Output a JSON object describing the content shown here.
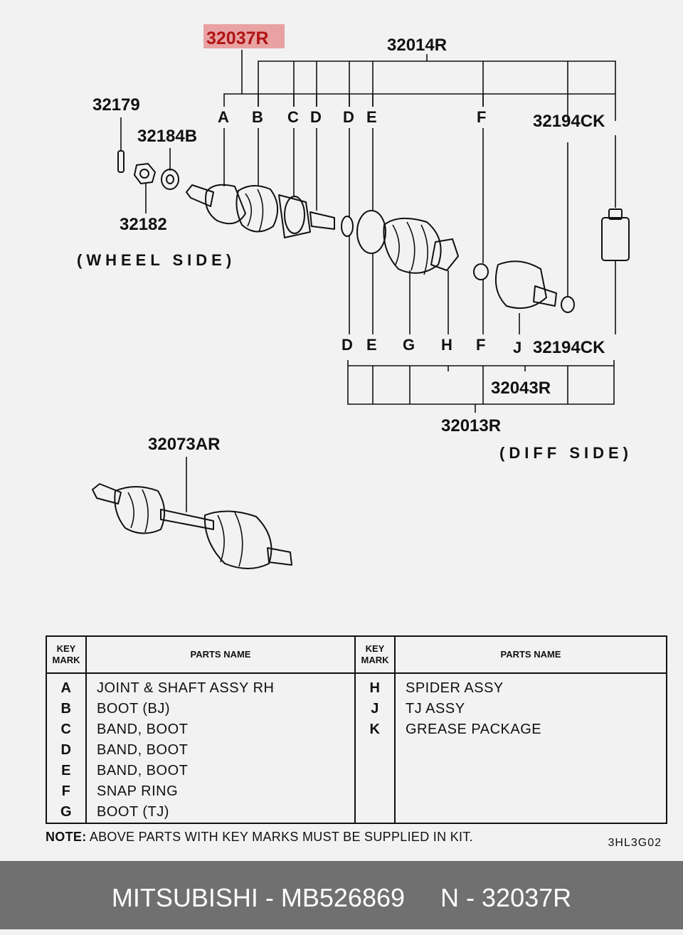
{
  "diagram": {
    "highlighted_part": "32037R",
    "labels": {
      "p32014R": "32014R",
      "p32179": "32179",
      "p32184B": "32184B",
      "p32182": "32182",
      "p32194CK_top": "32194CK",
      "p32194CK_bottom": "32194CK",
      "p32043R": "32043R",
      "p32013R": "32013R",
      "p32073AR": "32073AR"
    },
    "top_key_marks": [
      "A",
      "B",
      "C",
      "D",
      "D",
      "E",
      "F"
    ],
    "bottom_key_marks": [
      "D",
      "E",
      "G",
      "H",
      "F",
      "J"
    ],
    "wheel_side": "(WHEEL SIDE)",
    "diff_side": "(DIFF SIDE)",
    "highlight_color": "#e8a2a2"
  },
  "table": {
    "headers": {
      "key_mark_line1": "KEY",
      "key_mark_line2": "MARK",
      "parts_name": "PARTS NAME"
    },
    "left_rows": [
      {
        "key": "A",
        "name": "JOINT & SHAFT ASSY RH"
      },
      {
        "key": "B",
        "name": "BOOT (BJ)"
      },
      {
        "key": "C",
        "name": "BAND, BOOT"
      },
      {
        "key": "D",
        "name": "BAND, BOOT"
      },
      {
        "key": "E",
        "name": "BAND, BOOT"
      },
      {
        "key": "F",
        "name": "SNAP RING"
      },
      {
        "key": "G",
        "name": "BOOT (TJ)"
      }
    ],
    "right_rows": [
      {
        "key": "H",
        "name": "SPIDER ASSY"
      },
      {
        "key": "J",
        "name": "TJ ASSY"
      },
      {
        "key": "K",
        "name": "GREASE PACKAGE"
      }
    ]
  },
  "note": {
    "label": "NOTE:",
    "text": "ABOVE PARTS WITH KEY MARKS MUST BE SUPPLIED IN KIT."
  },
  "diagram_code": "3HL3G02",
  "footer": {
    "brand": "MITSUBISHI",
    "part_number": "MB526869",
    "ref": "N - 32037R",
    "separator": " - "
  }
}
